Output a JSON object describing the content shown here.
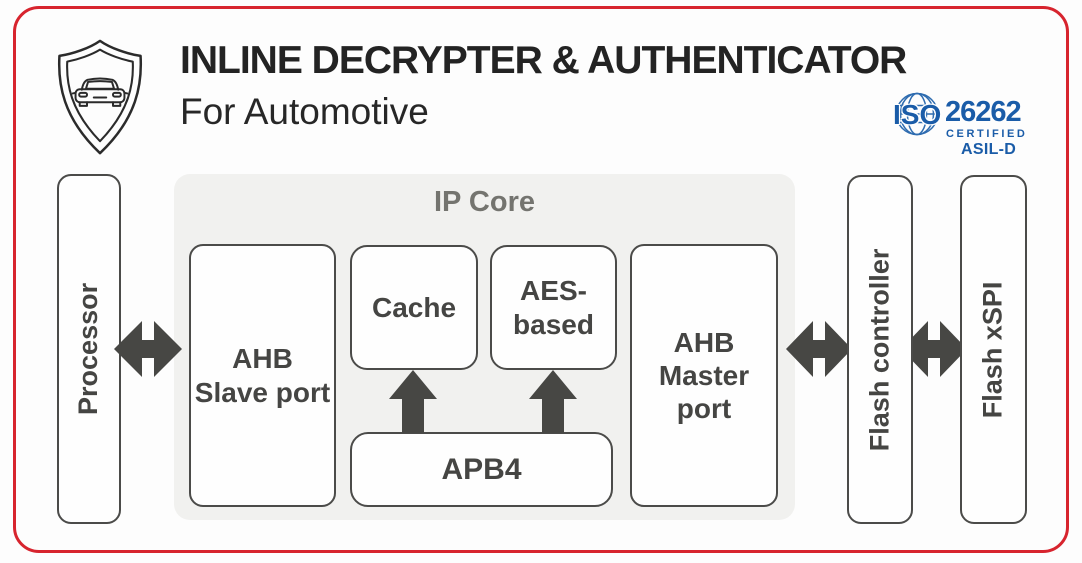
{
  "colors": {
    "frame_red": "#d7242e",
    "iso_blue": "#1a5ca8",
    "arrow_gray": "#474744",
    "block_border_gray": "#4b4b49",
    "ipcore_background": "#f1f1ef",
    "text_dark": "#232323"
  },
  "header": {
    "title": "INLINE DECRYPTER & AUTHENTICATOR",
    "subtitle": "For Automotive"
  },
  "iso_badge": {
    "iso_text": "ISO",
    "standard_number": "26262",
    "certified_label": "CERTIFIED",
    "asil_label": "ASIL-D"
  },
  "diagram": {
    "ip_core_label": "IP Core",
    "blocks": {
      "processor": {
        "label": "Processor"
      },
      "ahb_slave_port": {
        "line1": "AHB",
        "line2": "Slave port"
      },
      "cache": {
        "label": "Cache"
      },
      "aes_based": {
        "line1": "AES-",
        "line2": "based"
      },
      "ahb_master_port": {
        "line1": "AHB",
        "line2": "Master port"
      },
      "apb4": {
        "label": "APB4"
      },
      "flash_controller": {
        "label": "Flash controller"
      },
      "flash_xspi": {
        "label": "Flash xSPI"
      }
    },
    "connections": [
      {
        "from": "Processor",
        "to": "AHB Slave port",
        "type": "bidirectional"
      },
      {
        "from": "APB4",
        "to": "Cache",
        "type": "unidirectional-up"
      },
      {
        "from": "APB4",
        "to": "AES-based",
        "type": "unidirectional-up"
      },
      {
        "from": "AHB Master port",
        "to": "Flash controller",
        "type": "bidirectional"
      },
      {
        "from": "Flash controller",
        "to": "Flash xSPI",
        "type": "bidirectional"
      }
    ]
  }
}
